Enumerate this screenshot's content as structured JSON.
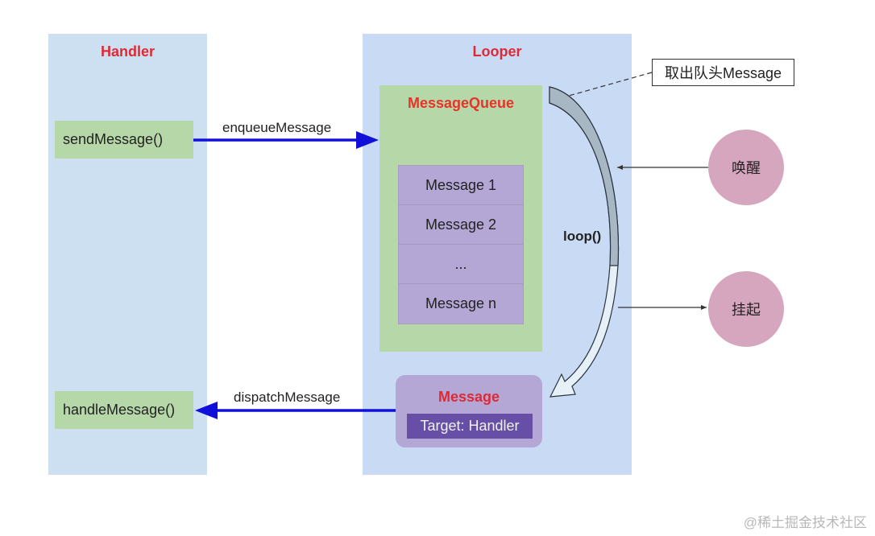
{
  "handler": {
    "title": "Handler",
    "send_method": "sendMessage()",
    "handle_method": "handleMessage()"
  },
  "looper": {
    "title": "Looper",
    "loop_label": "loop()",
    "message_queue": {
      "title": "MessageQueue",
      "messages": [
        "Message 1",
        "Message 2",
        "...",
        "Message n"
      ]
    },
    "dequeued_message": {
      "title": "Message",
      "target": "Target: Handler"
    }
  },
  "arrows": {
    "enqueue": "enqueueMessage",
    "dispatch": "dispatchMessage"
  },
  "callout": "取出队头Message",
  "states": {
    "wake": "唤醒",
    "suspend": "挂起"
  },
  "watermark": "@稀土掘金技术社区",
  "colors": {
    "title_red": "#dd2a35",
    "arrow_blue": "#1010d8",
    "handler_bg": "#cde0f2",
    "looper_bg": "#c9daf5",
    "queue_green": "#b6d7a8",
    "message_purple": "#b4a7d6",
    "target_purple": "#674ea7",
    "state_pink": "#d5a6bd"
  }
}
